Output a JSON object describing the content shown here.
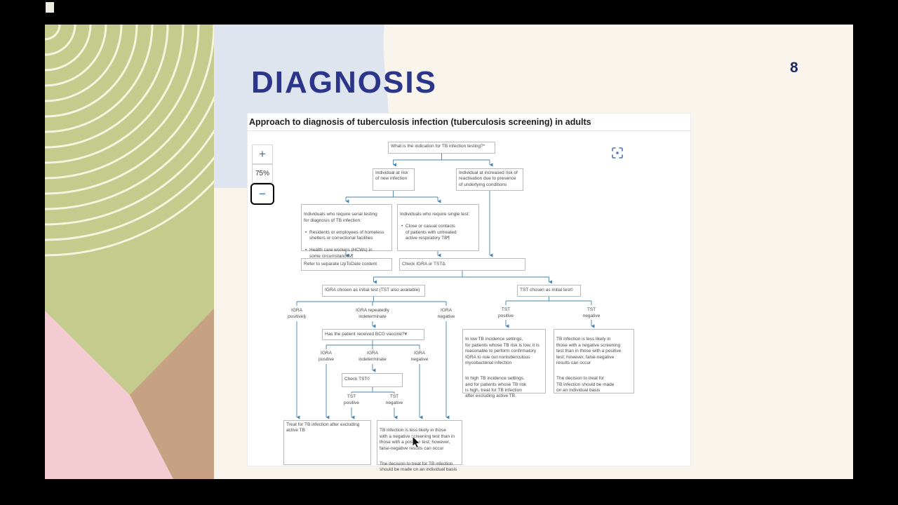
{
  "slide": {
    "title": "DIAGNOSIS",
    "page_number": "8"
  },
  "panel": {
    "header": "Approach to diagnosis of tuberculosis infection (tuberculosis screening) in adults",
    "zoom": {
      "plus": "+",
      "level": "75%",
      "minus": "−"
    },
    "icons": {
      "focus": "focus-expand-icon"
    }
  },
  "colors": {
    "title_blue": "#2b3589",
    "slide_cream": "#faf5ec",
    "strip_green": "#c5cb8c",
    "strip_pink": "#f3cbd2",
    "strip_tan": "#c7a183",
    "blob_blue": "#dee5ee",
    "flow_line_blue": "#4581ad"
  },
  "flowchart": {
    "nodes": {
      "q_indication": "What is the indication for TB infection testing?*",
      "risk_new": "Individual at risk\nof new infection",
      "risk_react": "Individual at increased risk of\nreactivation due to presence\nof underlying conditions",
      "serial_title": "Individuals who require serial testing\nfor diagnosis of TB infection:",
      "serial_b1": "Residents or employees of homeless\nshelters or correctional facilities",
      "serial_b2": "Health care workers (HCWs) in\nsome circumstances¶",
      "single_title": "Individuals who require single test:",
      "single_b1": "Close or casual contacts\nof patients with untreated\nactive respiratory TB¶",
      "refer": "Refer to separate UpToDate content",
      "check_igra": "Check IGRA or TSTΔ",
      "igra_initial": "IGRA chosen as initial test (TST also available)",
      "tst_initial": "TST chosen as initial test◊",
      "bcg": "Has the patient received BCG vaccine?¥",
      "check_tst": "Check TST◊",
      "treat": "Treat for TB infection after excluding\nactive TB",
      "tb_mid_p1": "TB infection is less likely in those\nwith a negative screening test than in\nthose with a positive test; however,\nfalse-negative results can occur",
      "tb_mid_p2": "The decision to treat for TB infection\nshould be made on an individual basis",
      "low_inc_p1": "In low TB incidence settings,\nfor patients whose TB risk is low, it is\nreasonable to perform confirmatory\nIGRA to rule out nontuberculous\nmycobacterial infection",
      "low_inc_p2": "In high TB incidence settings,\nand for patients whose TB risk\nis high, treat for TB infection\nafter excluding active TB",
      "tb_right_p1": "TB infection is less likely in\nthose with a negative screening\ntest than in those with a positive\ntest; however, false-negative\nresults can occur",
      "tb_right_p2": "The decision to treat for\nTB infection should be made\non an individual basis"
    },
    "labels": {
      "igra_pos": "IGRA\npositive§",
      "igra_rep": "IGRA repeatedly\nindeterminate",
      "igra_neg": "IGRA\nnegative",
      "tst_pos": "TST\npositive",
      "tst_neg": "TST\nnegative",
      "igra_pos2": "IGRA\npositive",
      "igra_ind2": "IGRA\nindeterminate",
      "igra_neg2": "IGRA\nnegative",
      "tst_pos2": "TST\npositive",
      "tst_neg2": "TST\nnegative"
    }
  }
}
